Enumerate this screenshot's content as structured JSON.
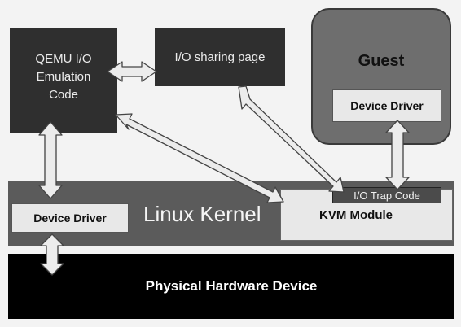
{
  "qemu": {
    "line1": "QEMU  I/O",
    "line2": "Emulation",
    "line3": "Code"
  },
  "io_sharing_page": "I/O sharing page",
  "guest": {
    "title": "Guest",
    "device_driver": "Device Driver"
  },
  "kernel": {
    "title": "Linux Kernel",
    "device_driver": "Device Driver",
    "kvm_module": "KVM Module",
    "io_trap_code": "I/O  Trap  Code"
  },
  "hardware": {
    "label": "Physical Hardware Device"
  }
}
